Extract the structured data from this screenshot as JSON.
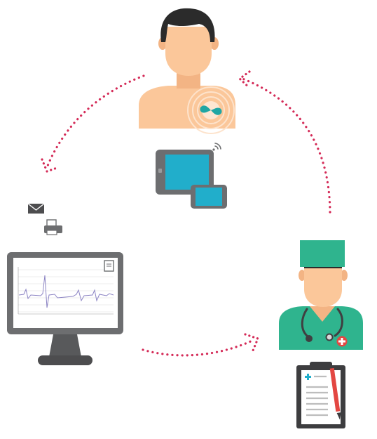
{
  "diagram": {
    "colors": {
      "arrow": "#d42a57",
      "skin": "#fbc79a",
      "hair": "#2b2b2b",
      "medical_teal": "#2fb48e",
      "device_screen": "#21aecb",
      "device_frame": "#6d6e70",
      "ecg_trace": "#8c84c4",
      "patch_teal": "#1fa6a4",
      "cross_red": "#e34742"
    },
    "nodes": [
      {
        "id": "patient",
        "icon": "patient-with-ecg-patch"
      },
      {
        "id": "devices",
        "icon": "tablet-and-phone-wireless"
      },
      {
        "id": "notify",
        "icons": [
          "envelope-icon",
          "printer-icon"
        ]
      },
      {
        "id": "monitor",
        "icon": "desktop-monitor-ecg"
      },
      {
        "id": "doctor",
        "icon": "doctor-with-stethoscope"
      },
      {
        "id": "report",
        "icon": "clipboard-report"
      }
    ],
    "flows": [
      {
        "from": "patient",
        "to": "monitor",
        "style": "dotted-arrow"
      },
      {
        "from": "monitor",
        "to": "doctor",
        "style": "dotted-arrow"
      },
      {
        "from": "doctor",
        "to": "patient",
        "style": "dotted-arrow"
      }
    ]
  }
}
